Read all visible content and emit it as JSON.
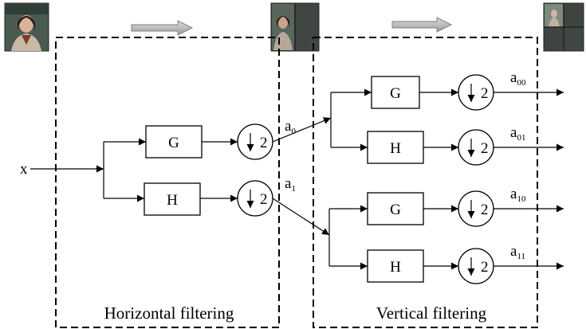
{
  "diagram": {
    "input_label": "x",
    "stages": [
      {
        "caption": "Horizontal filtering"
      },
      {
        "caption": "Vertical filtering"
      }
    ],
    "filters": {
      "g": "G",
      "h": "H"
    },
    "downsampler": {
      "factor": "2"
    },
    "outputs": {
      "a0": {
        "base": "a",
        "sub": "0"
      },
      "a1": {
        "base": "a",
        "sub": "1"
      },
      "a00": {
        "base": "a",
        "sub": "00"
      },
      "a01": {
        "base": "a",
        "sub": "01"
      },
      "a10": {
        "base": "a",
        "sub": "10"
      },
      "a11": {
        "base": "a",
        "sub": "11"
      }
    },
    "thumbnails": [
      {
        "name": "original-image"
      },
      {
        "name": "horizontal-split-image"
      },
      {
        "name": "quad-split-image"
      }
    ]
  }
}
